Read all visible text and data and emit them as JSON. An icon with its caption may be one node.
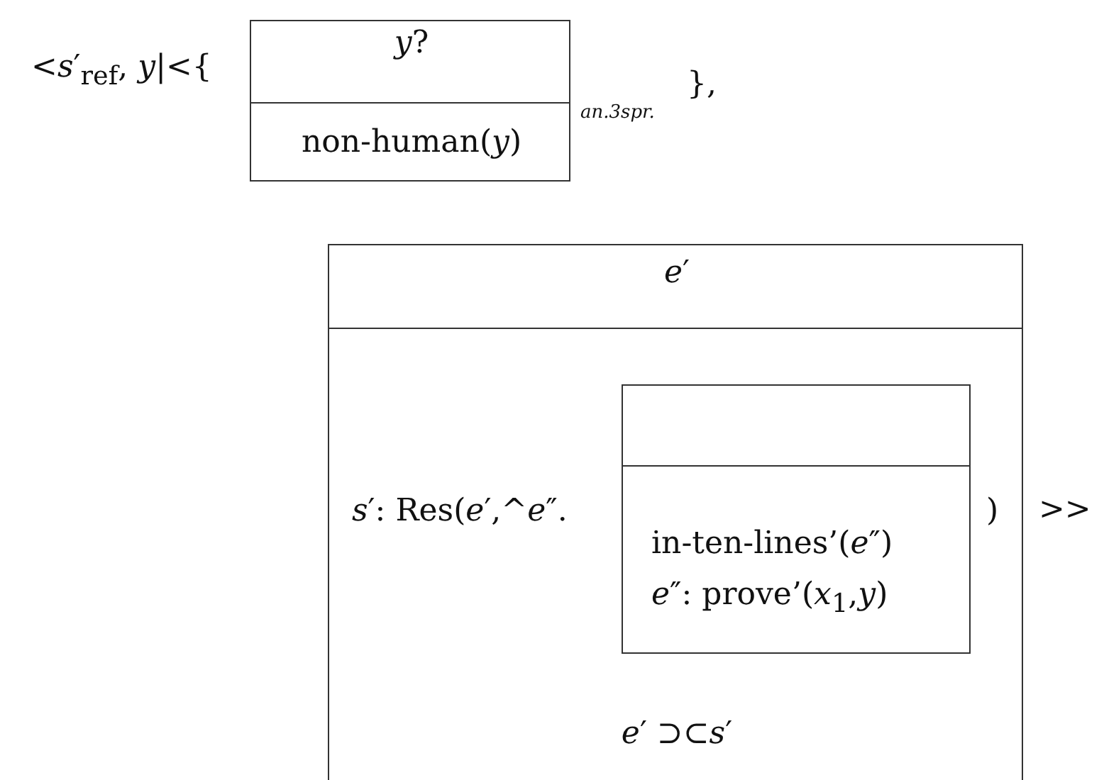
{
  "diagram": {
    "nodes": [
      {
        "text": [
          "*y*?",
          "non-human(*y*)"
        ],
        "beside": [
          "an.3spr."
        ]
      },
      {
        "text": [
          "*e*′",
          "*s*′: Res(*e*′,^*e*″.",
          ")",
          "*e*′ ⊃⊂*s*′"
        ]
      },
      {
        "text": [
          "in-ten-lines’(*e*″)",
          "*e*″: prove’(*x*$_{1}$,*y*)"
        ],
        "in": 1
      }
    ],
    "edges": [],
    "labels": [
      "<*s*′$_{ref}$, *y*|<{",
      "},",
      ">>"
    ]
  }
}
